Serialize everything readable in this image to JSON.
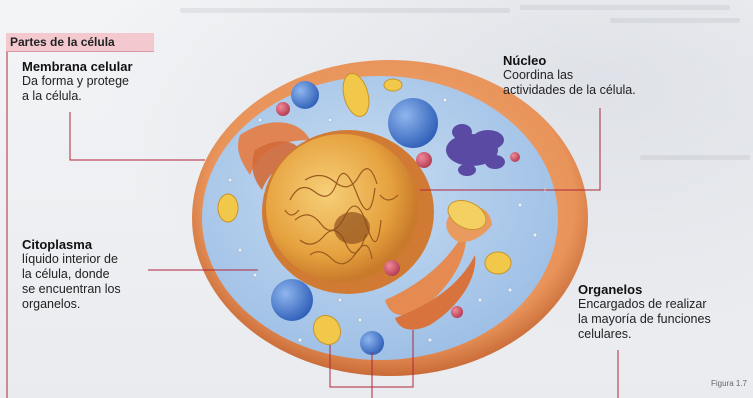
{
  "header": {
    "title": "Partes de la célula"
  },
  "labels": {
    "membrana": {
      "name": "Membrana celular",
      "desc_lines": [
        "Da forma y protege",
        "a la célula."
      ]
    },
    "nucleo": {
      "name": "Núcleo",
      "desc_lines": [
        "Coordina las",
        "actividades de la célula."
      ]
    },
    "citoplasma": {
      "name": "Citoplasma",
      "desc_lines": [
        "líquido interior de",
        "la célula, donde",
        "se encuentran los",
        "organelos."
      ]
    },
    "organelos": {
      "name": "Organelos",
      "desc_lines": [
        "Encargados de realizar",
        "la mayoría de funciones",
        "celulares."
      ]
    }
  },
  "figure": {
    "caption": "Figura 1.7"
  },
  "colors": {
    "membrane": "#e8935a",
    "cytoplasm": "#a9c8ea",
    "nucleus": "#e6a23f",
    "accent": "#e0a6b0",
    "leader": "#b0263a"
  }
}
